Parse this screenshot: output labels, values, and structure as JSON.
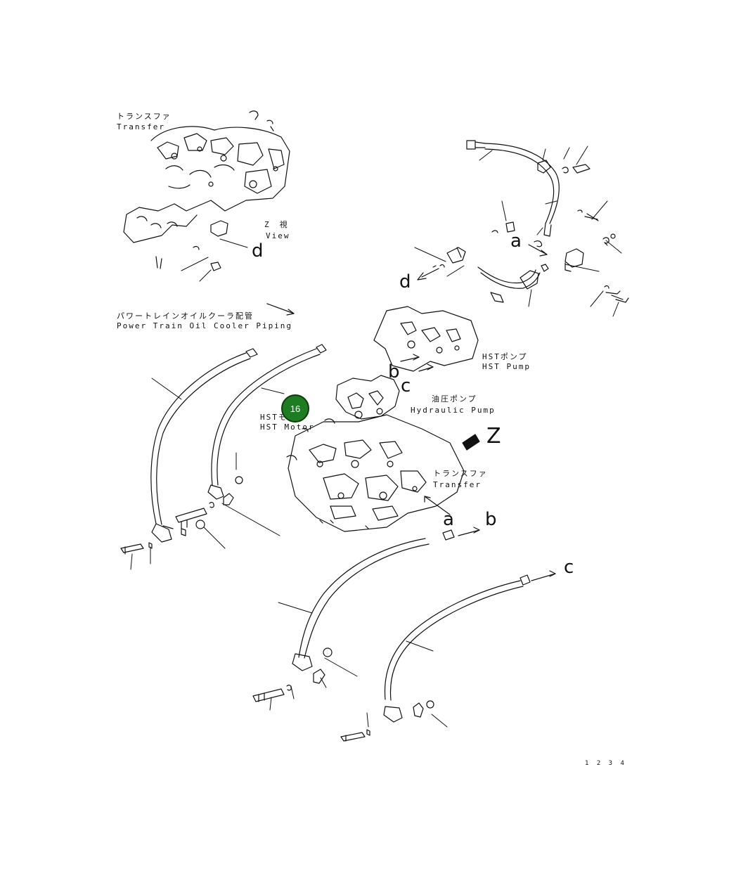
{
  "labels": {
    "transfer_top_jp": "トランスファ",
    "transfer_top_en": "Transfer",
    "z_view_jp": "Z　視",
    "z_view_en": "View",
    "pt_oil_cooler_jp": "パワートレインオイルクーラ配管",
    "pt_oil_cooler_en": "Power Train Oil Cooler Piping",
    "hst_pump_jp": "HSTポンプ",
    "hst_pump_en": "HST Pump",
    "hydraulic_pump_jp": "油圧ポンプ",
    "hydraulic_pump_en": "Hydraulic Pump",
    "hst_motor_jp": "HSTモータ",
    "hst_motor_en": "HST Motor",
    "transfer_mid_jp": "トランスファ",
    "transfer_mid_en": "Transfer"
  },
  "letters": {
    "a_top": "a",
    "d_top": "d",
    "d_left": "d",
    "b_mid": "b",
    "c_mid": "c",
    "z_mid": "Z",
    "a_low": "a",
    "b_low": "b",
    "c_low": "c"
  },
  "callout": {
    "number": "16",
    "color": "#1e7d22"
  },
  "drawing_code": "1 2 3 4"
}
